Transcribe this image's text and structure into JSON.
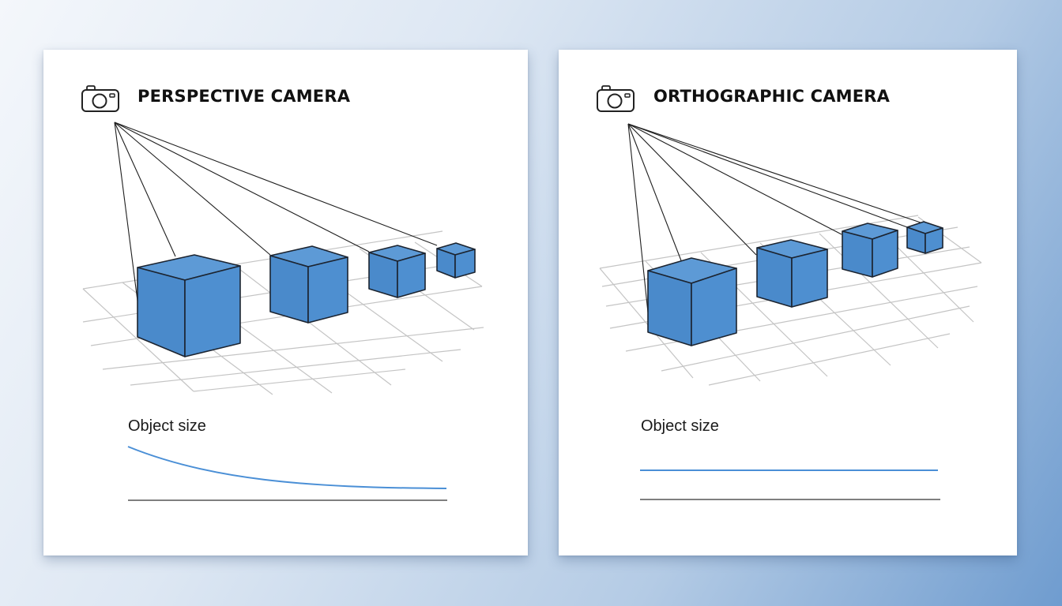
{
  "colors": {
    "cube_fill": "#4e8fd0",
    "cube_edge": "#1c2430",
    "grid": "#c4c4c4",
    "ray": "#1e1e1e",
    "size_curve": "#4a8fd6",
    "baseline": "#333333"
  },
  "panels": [
    {
      "title": "PERSPECTIVE CAMERA",
      "icon": "camera-icon",
      "size_label": "Object size",
      "cube_count": 4,
      "size_trend": "decreasing with distance"
    },
    {
      "title": "ORTHOGRAPHIC CAMERA",
      "icon": "camera-icon",
      "size_label": "Object size",
      "cube_count": 4,
      "size_trend": "constant with distance"
    }
  ]
}
